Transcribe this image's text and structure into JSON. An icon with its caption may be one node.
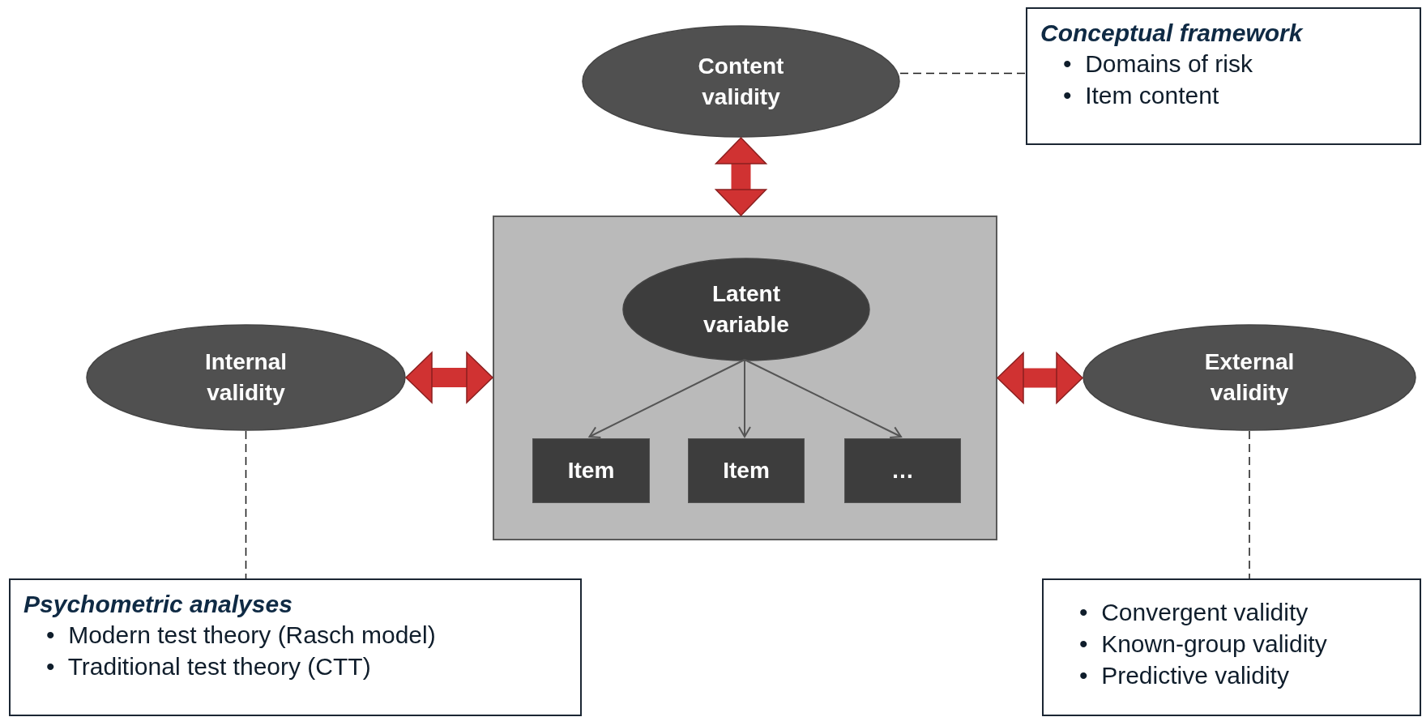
{
  "diagram": {
    "nodes": [
      {
        "text": [
          "Content validity"
        ]
      },
      {
        "text": [
          "Conceptual framework",
          "•  Domains of risk",
          "•  Item content"
        ]
      },
      {
        "text": [],
        "shape": "box"
      },
      {
        "text": [
          "Latent variable"
        ],
        "in": 2
      },
      {
        "text": [
          "Item"
        ],
        "in": 2
      },
      {
        "text": [
          "Item"
        ],
        "in": 2
      },
      {
        "text": [
          "…"
        ],
        "in": 2
      },
      {
        "text": [
          "Internal validity"
        ]
      },
      {
        "text": [
          "External validity"
        ]
      },
      {
        "text": [
          "Psychometric analyses",
          "•  Modern test theory (Rasch model)",
          "•  Traditional test theory (CTT)"
        ]
      },
      {
        "text": [
          "•  Convergent validity",
          "•  Known-group validity",
          "•  Predictive validity"
        ]
      }
    ],
    "edges": [
      {
        "from": 0,
        "to": 2,
        "arrow": "both",
        "style": "thick",
        "color": "#d03232"
      },
      {
        "from": 7,
        "to": 2,
        "arrow": "both",
        "style": "thick",
        "color": "#d03232"
      },
      {
        "from": 2,
        "to": 8,
        "arrow": "both",
        "style": "thick",
        "color": "#d03232"
      },
      {
        "from": 3,
        "to": 4,
        "arrow": "to",
        "color": "#555555"
      },
      {
        "from": 3,
        "to": 5,
        "arrow": "to",
        "color": "#555555"
      },
      {
        "from": 3,
        "to": 6,
        "arrow": "to",
        "color": "#555555"
      },
      {
        "from": 0,
        "to": 1,
        "arrow": "none",
        "style": "dashed",
        "color": "#1a1a1a"
      },
      {
        "from": 7,
        "to": 9,
        "arrow": "none",
        "style": "dashed",
        "color": "#1a1a1a"
      },
      {
        "from": 8,
        "to": 10,
        "arrow": "none",
        "style": "dashed",
        "color": "#1a1a1a"
      }
    ]
  }
}
